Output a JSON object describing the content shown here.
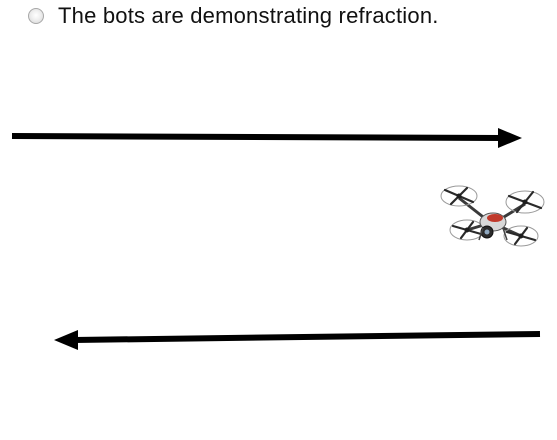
{
  "question": {
    "option": {
      "label": "The bots are demonstrating refraction.",
      "selected": false
    }
  },
  "scene": {
    "top_arrow": {
      "direction": "right"
    },
    "bottom_arrow": {
      "direction": "left"
    },
    "drone": {
      "icon": "quadcopter-drone-icon",
      "accent_color": "#c0392b"
    }
  }
}
